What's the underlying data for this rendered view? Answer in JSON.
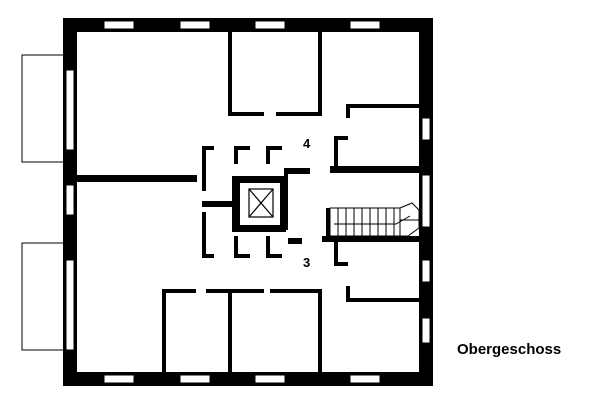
{
  "plan": {
    "caption": "Obergeschoss",
    "unit_labels": [
      "4",
      "3"
    ]
  },
  "colors": {
    "wall": "#000000",
    "window": "#ffffff",
    "background": "#ffffff"
  }
}
